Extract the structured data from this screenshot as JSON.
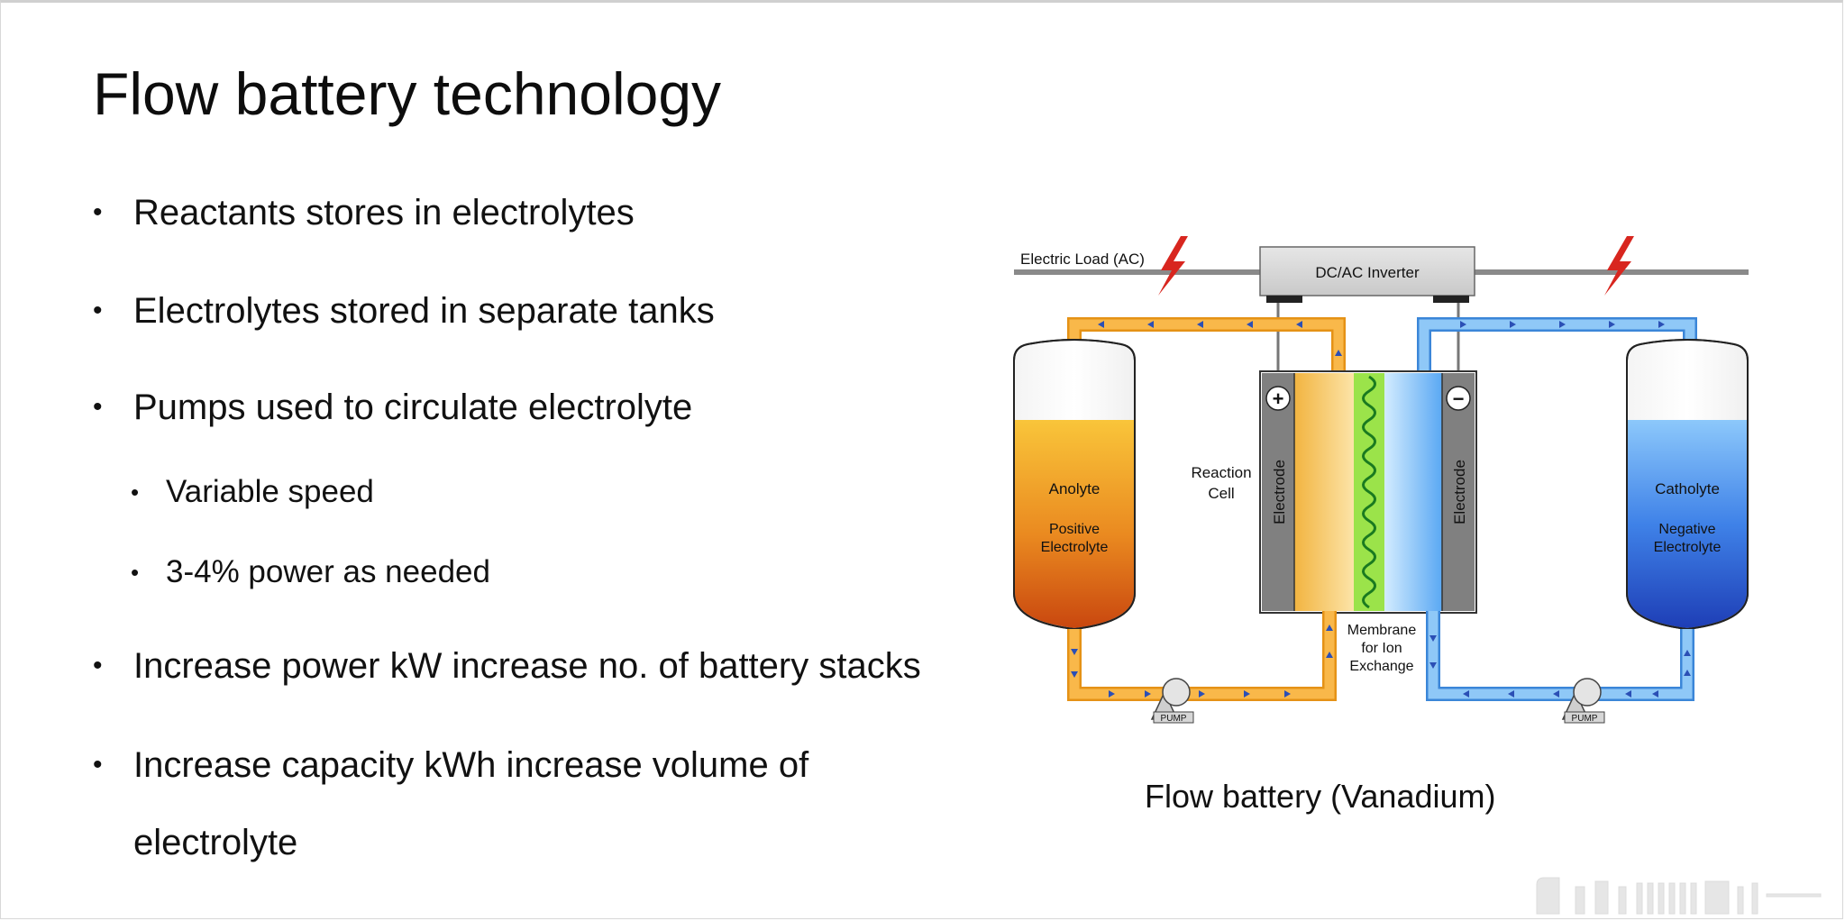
{
  "slide": {
    "title": "Flow battery technology",
    "bullets": [
      {
        "text": "Reactants stores in electrolytes"
      },
      {
        "text": "Electrolytes stored in separate tanks"
      },
      {
        "text": "Pumps used to circulate electrolyte"
      },
      {
        "text": "Variable speed"
      },
      {
        "text": "3-4% power as needed"
      },
      {
        "text": "Increase power kW increase no. of battery stacks"
      },
      {
        "text": "Increase capacity kWh increase volume of",
        "continuation": "electrolyte"
      }
    ],
    "bullet_glyph": "•",
    "caption": "Flow battery (Vanadium)"
  },
  "diagram": {
    "electric_load_label": "Electric Load (AC)",
    "inverter_label": "DC/AC Inverter",
    "plus_sign": "+",
    "minus_sign": "−",
    "reaction_cell_line1": "Reaction",
    "reaction_cell_line2": "Cell",
    "electrode_label": "Electrode",
    "anolyte_label": "Anolyte",
    "anolyte_sub_line1": "Positive",
    "anolyte_sub_line2": "Electrolyte",
    "catholyte_label": "Catholyte",
    "catholyte_sub_line1": "Negative",
    "catholyte_sub_line2": "Electrolyte",
    "membrane_line1": "Membrane",
    "membrane_line2": "for Ion",
    "membrane_line3": "Exchange",
    "pump_label": "PUMP",
    "colors": {
      "orange_pipe": "#f5a623",
      "blue_pipe": "#6fb4f0",
      "membrane_green": "#9be34a",
      "electrode_gray": "#808080",
      "lightning_red": "#d8261f"
    }
  }
}
